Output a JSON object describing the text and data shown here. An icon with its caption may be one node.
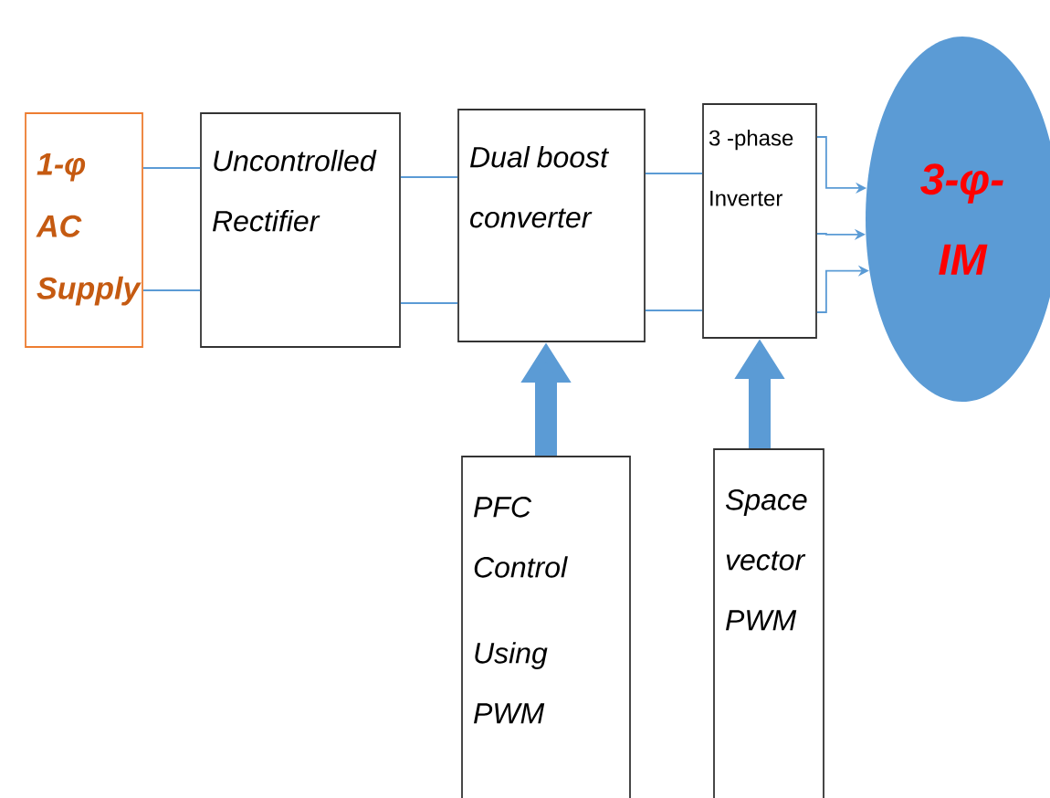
{
  "diagram": {
    "nodes": [
      {
        "text": [
          "1-φ AC Supply"
        ]
      },
      {
        "text": [
          "Uncontrolled Rectifier"
        ]
      },
      {
        "text": [
          "Dual boost converter"
        ]
      },
      {
        "text": [
          "3 -phase Inverter"
        ]
      },
      {
        "text": [
          "3-φ- IM"
        ]
      },
      {
        "text": [
          "PFC Control",
          "Using PWM"
        ]
      },
      {
        "text": [
          "Space vector PWM"
        ]
      }
    ],
    "edges": [
      {
        "from": 0,
        "to": 1,
        "arrow": "none"
      },
      {
        "from": 0,
        "to": 1,
        "arrow": "none"
      },
      {
        "from": 1,
        "to": 2,
        "arrow": "none"
      },
      {
        "from": 1,
        "to": 2,
        "arrow": "none"
      },
      {
        "from": 2,
        "to": 3,
        "arrow": "none"
      },
      {
        "from": 2,
        "to": 3,
        "arrow": "none"
      },
      {
        "from": 3,
        "to": 4,
        "arrow": "to"
      },
      {
        "from": 3,
        "to": 4,
        "arrow": "to"
      },
      {
        "from": 3,
        "to": 4,
        "arrow": "to"
      },
      {
        "from": 5,
        "to": 2,
        "arrow": "to",
        "style": "thick"
      },
      {
        "from": 6,
        "to": 3,
        "arrow": "to",
        "style": "thick"
      }
    ]
  }
}
